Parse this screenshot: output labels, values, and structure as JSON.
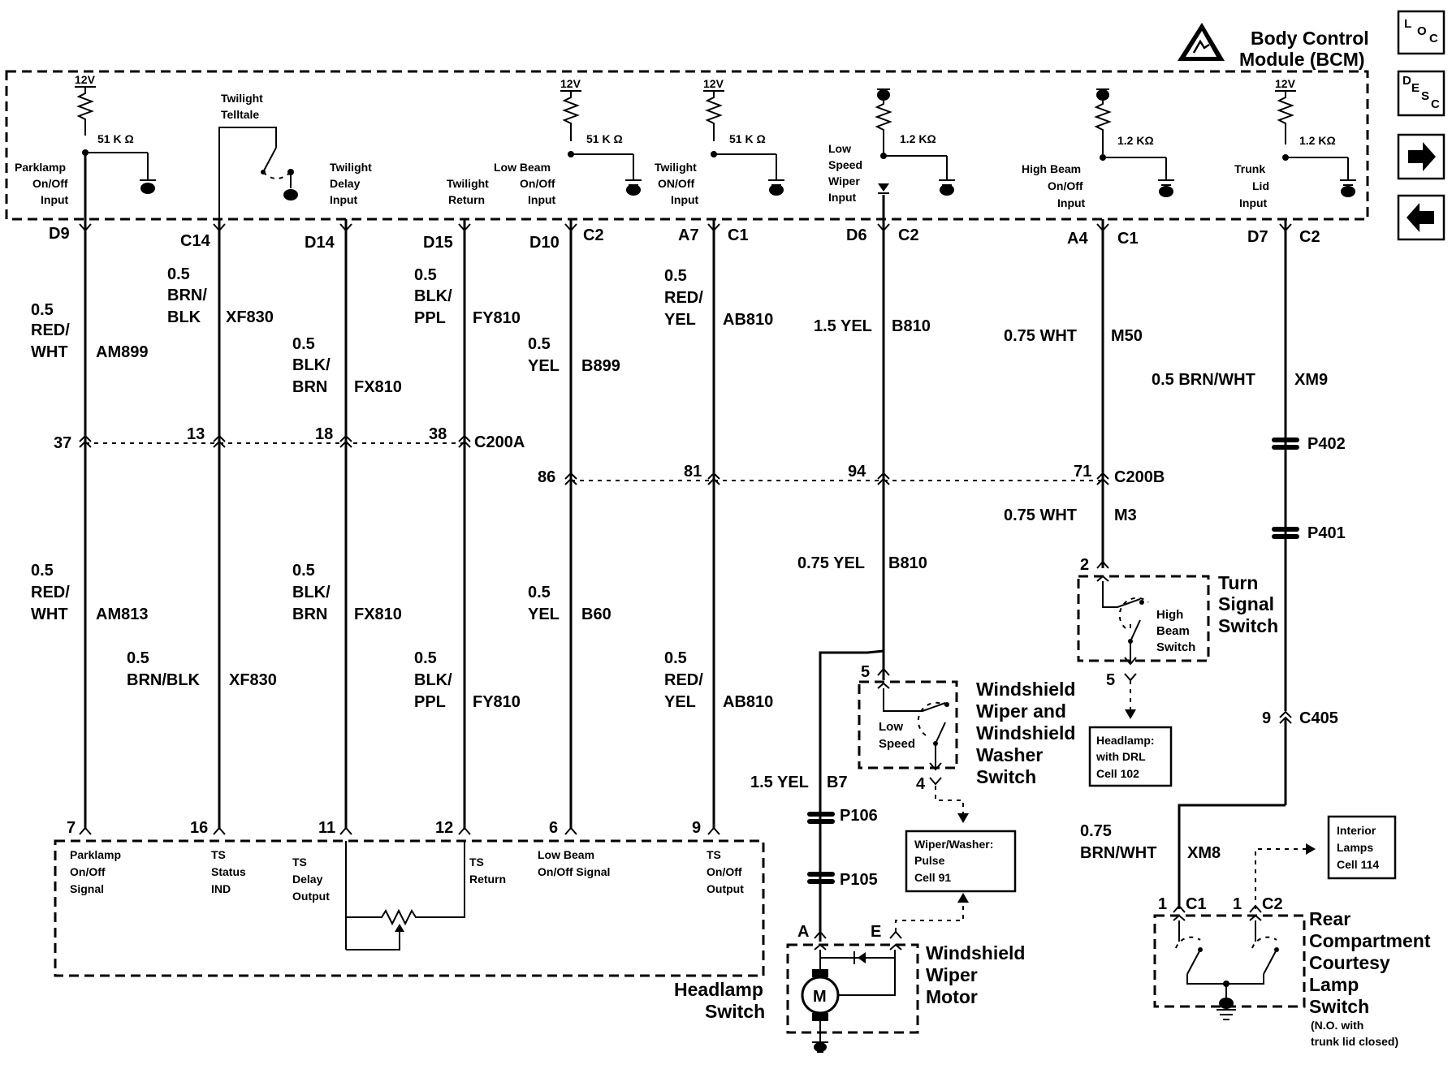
{
  "title": {
    "line1": "Body Control",
    "line2": "Module (BCM)"
  },
  "nav": {
    "loc": {
      "L": "L",
      "O": "O",
      "C": "C"
    },
    "desc": {
      "D": "D",
      "E": "E",
      "S": "S",
      "C": "C"
    },
    "forward_icon": "arrow-right-icon",
    "back_icon": "arrow-left-icon"
  },
  "bcm": {
    "v12": "12V",
    "r51": "51 K Ω",
    "r12": "1.2 KΩ",
    "inputs": {
      "parklamp": [
        "Parklamp",
        "On/Off",
        "Input"
      ],
      "telltale": [
        "Twilight",
        "Telltale"
      ],
      "twdelay": [
        "Twilight",
        "Delay",
        "Input"
      ],
      "twreturn": [
        "Twilight",
        "Return"
      ],
      "lowbeam": [
        "Low Beam",
        "On/Off",
        "Input"
      ],
      "twonoff": [
        "Twilight",
        "ON/Off",
        "Input"
      ],
      "lowspeed": [
        "Low",
        "Speed",
        "Wiper",
        "Input"
      ],
      "highbeam": [
        "High Beam",
        "On/Off",
        "Input"
      ],
      "trunk": [
        "Trunk",
        "Lid",
        "Input"
      ]
    },
    "pins": {
      "d9": "D9",
      "c14": "C14",
      "d14": "D14",
      "d15": "D15",
      "d10": "D10",
      "c2": "C2",
      "a7": "A7",
      "c1": "C1",
      "d6": "D6",
      "a4": "A4",
      "d7": "D7"
    }
  },
  "wires_upper": {
    "w1": {
      "gauge": "0.5",
      "color": [
        "RED/",
        "WHT"
      ],
      "circuit": "AM899"
    },
    "w2": {
      "gauge": "0.5",
      "color": [
        "BRN/",
        "BLK"
      ],
      "circuit": "XF830"
    },
    "w3": {
      "gauge": "0.5",
      "color": [
        "BLK/",
        "BRN"
      ],
      "circuit": "FX810"
    },
    "w4": {
      "gauge": "0.5",
      "color": [
        "BLK/",
        "PPL"
      ],
      "circuit": "FY810"
    },
    "w5": {
      "gauge": "0.5",
      "color": [
        "YEL"
      ],
      "circuit": "B899"
    },
    "w6": {
      "gauge": "0.5",
      "color": [
        "RED/",
        "YEL"
      ],
      "circuit": "AB810"
    },
    "w7": {
      "label": "1.5 YEL",
      "circuit": "B810"
    },
    "w8": {
      "label": "0.75 WHT",
      "circuit": "M50"
    },
    "w9": {
      "label": "0.5 BRN/WHT",
      "circuit": "XM9"
    }
  },
  "connectors": {
    "c200a": {
      "name": "C200A",
      "pins": [
        "37",
        "13",
        "18",
        "38"
      ]
    },
    "c200b": {
      "name": "C200B",
      "pins": [
        "86",
        "81",
        "94",
        "71"
      ]
    },
    "p402": "P402",
    "p401": "P401",
    "p106": "P106",
    "p105": "P105",
    "c405": {
      "pin": "9",
      "name": "C405"
    }
  },
  "wires_lower": {
    "w1": {
      "gauge": "0.5",
      "color": [
        "RED/",
        "WHT"
      ],
      "circuit": "AM813"
    },
    "w2": {
      "gauge": "0.5",
      "color": [
        "BRN/BLK"
      ],
      "circuit": "XF830"
    },
    "w3": {
      "gauge": "0.5",
      "color": [
        "BLK/",
        "BRN"
      ],
      "circuit": "FX810"
    },
    "w4": {
      "gauge": "0.5",
      "color": [
        "BLK/",
        "PPL"
      ],
      "circuit": "FY810"
    },
    "w5": {
      "gauge": "0.5",
      "color": [
        "YEL"
      ],
      "circuit": "B60"
    },
    "w6": {
      "gauge": "0.5",
      "color": [
        "RED/",
        "YEL"
      ],
      "circuit": "AB810"
    },
    "w7": {
      "label": "0.75 YEL",
      "circuit": "B810"
    },
    "w7b": {
      "label": "1.5 YEL",
      "circuit": "B7"
    },
    "w8": {
      "label": "0.75 WHT",
      "circuit": "M3"
    },
    "w10": {
      "label": [
        "0.75",
        "BRN/WHT"
      ],
      "circuit": "XM8"
    }
  },
  "headlamp": {
    "pins": [
      "7",
      "16",
      "11",
      "12",
      "6",
      "9"
    ],
    "labels": {
      "parklamp": [
        "Parklamp",
        "On/Off",
        "Signal"
      ],
      "ts_status": [
        "TS",
        "Status",
        "IND"
      ],
      "ts_delay": [
        "TS",
        "Delay",
        "Output"
      ],
      "ts_return": [
        "TS",
        "Return"
      ],
      "lowbeam": [
        "Low Beam",
        "On/Off Signal"
      ],
      "ts_onoff": [
        "TS",
        "On/Off",
        "Output"
      ]
    },
    "name": [
      "Headlamp",
      "Switch"
    ]
  },
  "turn_signal": {
    "pin_in": "2",
    "pin_out": "5",
    "inner": [
      "High",
      "Beam",
      "Switch"
    ],
    "name": [
      "Turn",
      "Signal",
      "Switch"
    ]
  },
  "headlamp_ref": [
    "Headlamp:",
    "with DRL",
    "Cell 102"
  ],
  "wiper_switch": {
    "pin_in": "5",
    "pin_out": "4",
    "inner": [
      "Low",
      "Speed"
    ],
    "name": [
      "Windshield",
      "Wiper and",
      "Windshield",
      "Washer",
      "Switch"
    ]
  },
  "wiper_ref": [
    "Wiper/Washer:",
    "Pulse",
    "Cell 91"
  ],
  "wiper_motor": {
    "pin_a": "A",
    "pin_e": "E",
    "motor": "M",
    "name": [
      "Windshield",
      "Wiper",
      "Motor"
    ]
  },
  "interior_ref": [
    "Interior",
    "Lamps",
    "Cell 114"
  ],
  "rear_switch": {
    "pin1": "1",
    "c1": "C1",
    "pin2": "1",
    "c2": "C2",
    "name": [
      "Rear",
      "Compartment",
      "Courtesy",
      "Lamp",
      "Switch"
    ],
    "note": [
      "(N.O. with",
      "trunk lid closed)"
    ]
  }
}
